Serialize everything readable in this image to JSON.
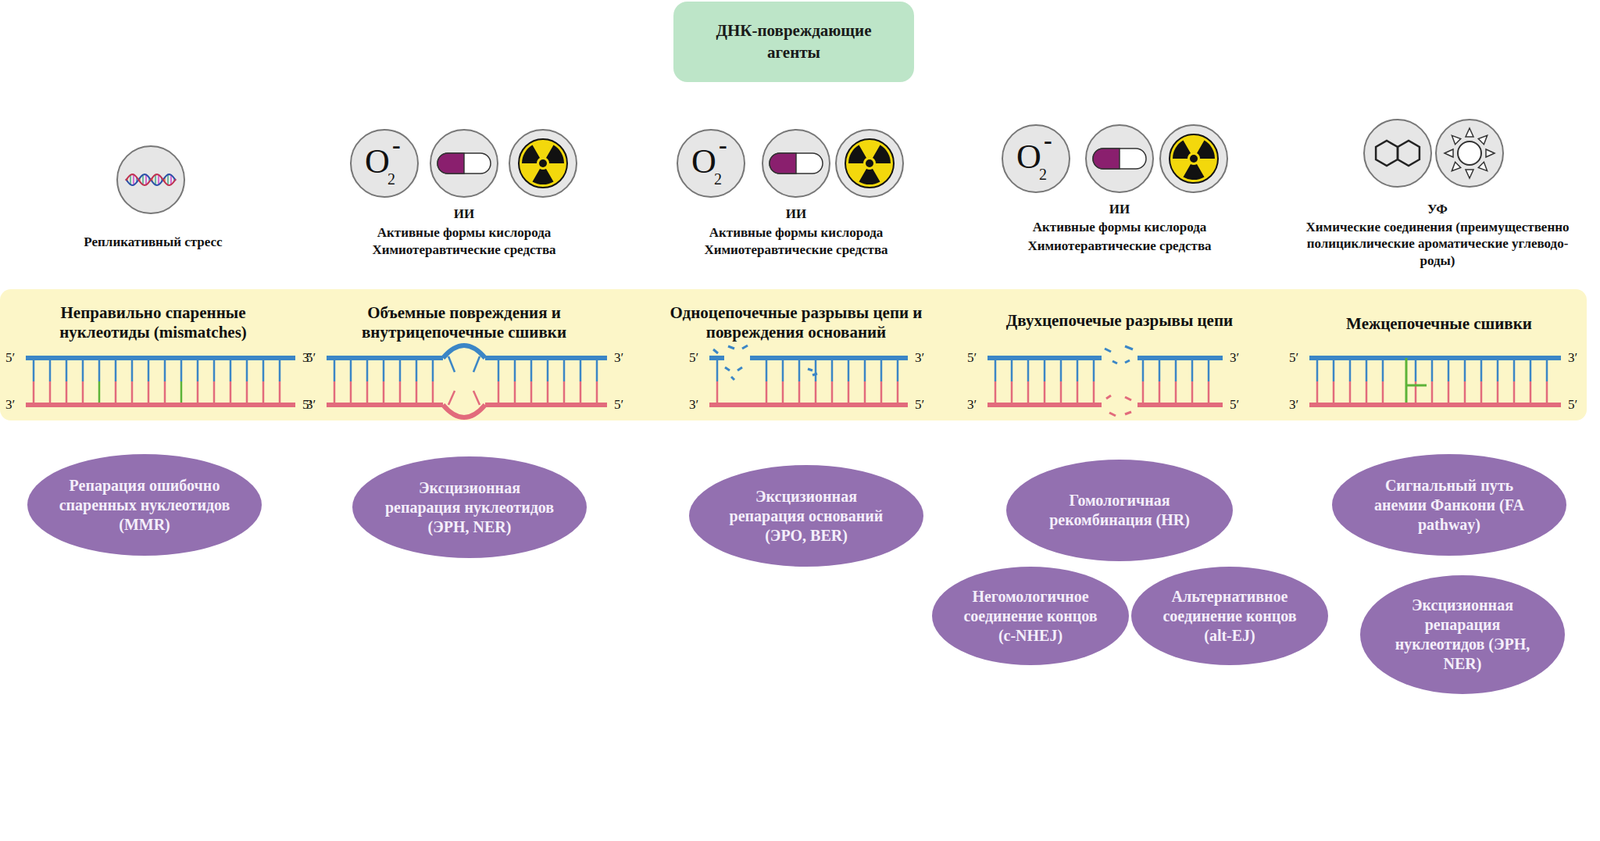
{
  "diagram": {
    "nodes": [
      {
        "text": [
          "ДНК-повреждающие агенты"
        ]
      },
      {
        "text": [
          "Неправильно спаренные нуклеотиды (mismatches)",
          "Объемные повреждения и внутрицепочечные сшивки",
          "Одноцепочечные разрывы цепи и повреждения оснований",
          "Двухцепочечые разрывы цепи",
          "Межцепочечные сшивки"
        ]
      },
      {
        "text": [
          "Репарация ошибочно спаренных нуклеотидов (MMR)"
        ]
      },
      {
        "text": [
          "Эксцизионная репарация нуклеотидов (ЭРН, NER)"
        ]
      },
      {
        "text": [
          "Эксцизионная репарация оснований (ЭРО, BER)"
        ]
      },
      {
        "text": [
          "Гомологичная рекомбинация (HR)"
        ]
      },
      {
        "text": [
          "Негомологичное соединение концов (c-NHEJ)"
        ]
      },
      {
        "text": [
          "Альтернативное соединение концов (alt-EJ)"
        ]
      },
      {
        "text": [
          "Сигнальный путь анемии Фанкони (FA pathway)"
        ]
      },
      {
        "text": [
          "Эксцизионная репарация нуклеотидов (ЭРН, NER)"
        ]
      }
    ],
    "labels": [
      "Репликативный стресс",
      "O",
      "2",
      "-",
      "ИИ",
      "Активные формы кислорода",
      "Химиотеравтические средства",
      "O",
      "2",
      "-",
      "ИИ",
      "Активные формы кислорода",
      "Химиотеравтические средства",
      "O",
      "2",
      "-",
      "ИИ",
      "Активные формы кислорода",
      "Химиотеравтические средства",
      "УФ",
      "Химические соединения (преимущественно полициклические ароматические углеводо- роды)",
      "5′",
      "3′",
      "3′",
      "5′",
      "5′",
      "3′",
      "3′",
      "5′",
      "5′",
      "3′",
      "3′",
      "5′",
      "5′",
      "3′",
      "3′",
      "5′",
      "5′",
      "3′",
      "3′",
      "5′"
    ]
  }
}
